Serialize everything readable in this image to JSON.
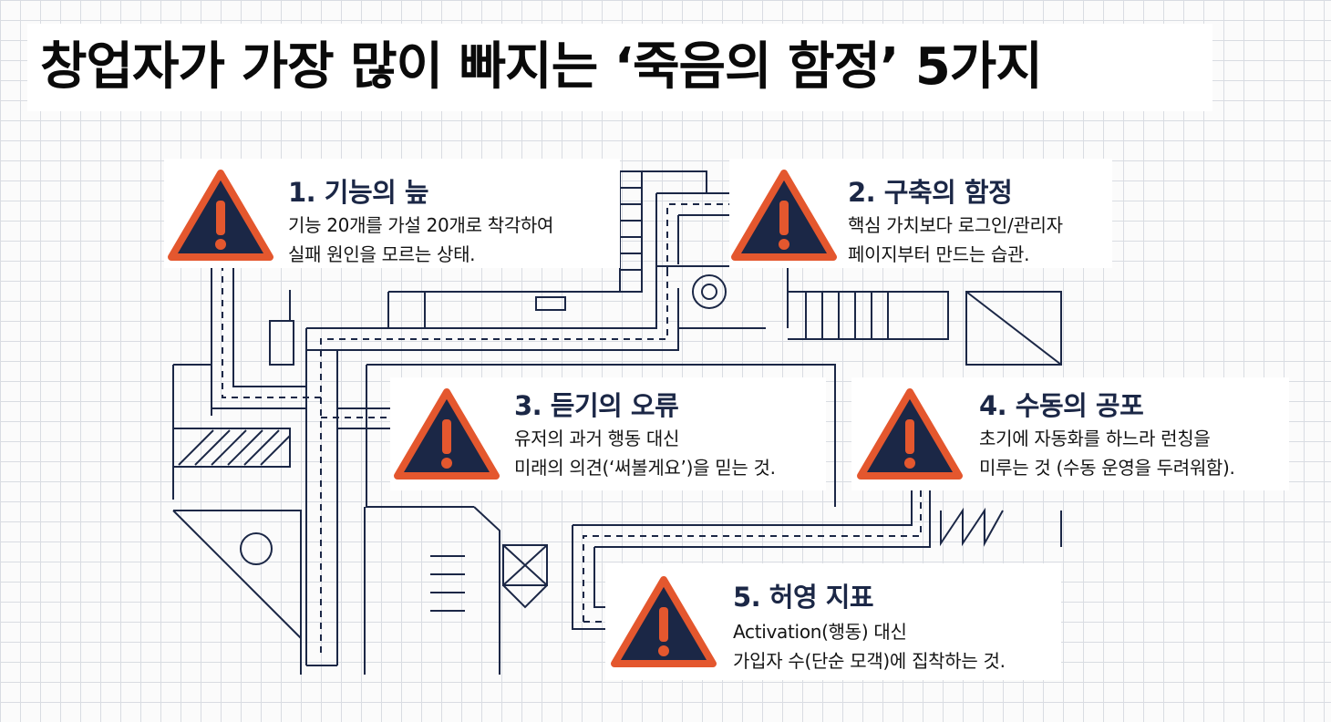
{
  "title": "창업자가 가장 많이 빠지는 ‘죽음의 함정’ 5가지",
  "traps": [
    {
      "heading": "1. 기능의 늪",
      "line1": "기능 20개를 가설 20개로 착각하여",
      "line2": "실패 원인을 모르는 상태."
    },
    {
      "heading": "2. 구축의 함정",
      "line1": "핵심 가치보다 로그인/관리자",
      "line2": "페이지부터 만드는 습관."
    },
    {
      "heading": "3. 듣기의 오류",
      "line1": "유저의 과거 행동 대신",
      "line2": "미래의 의견(‘써볼게요’)을 믿는 것."
    },
    {
      "heading": "4. 수동의 공포",
      "line1": "초기에 자동화를 하느라 런칭을",
      "line2": "미루는 것 (수동 운영을 두려워함)."
    },
    {
      "heading": "5. 허영 지표",
      "line1": "Activation(행동) 대신",
      "line2": "가입자 수(단순 모객)에 집착하는 것."
    }
  ],
  "colors": {
    "warning_fill": "#1b2746",
    "warning_border": "#e4572e",
    "line": "#1b2746"
  },
  "icon": "warning-triangle-icon"
}
